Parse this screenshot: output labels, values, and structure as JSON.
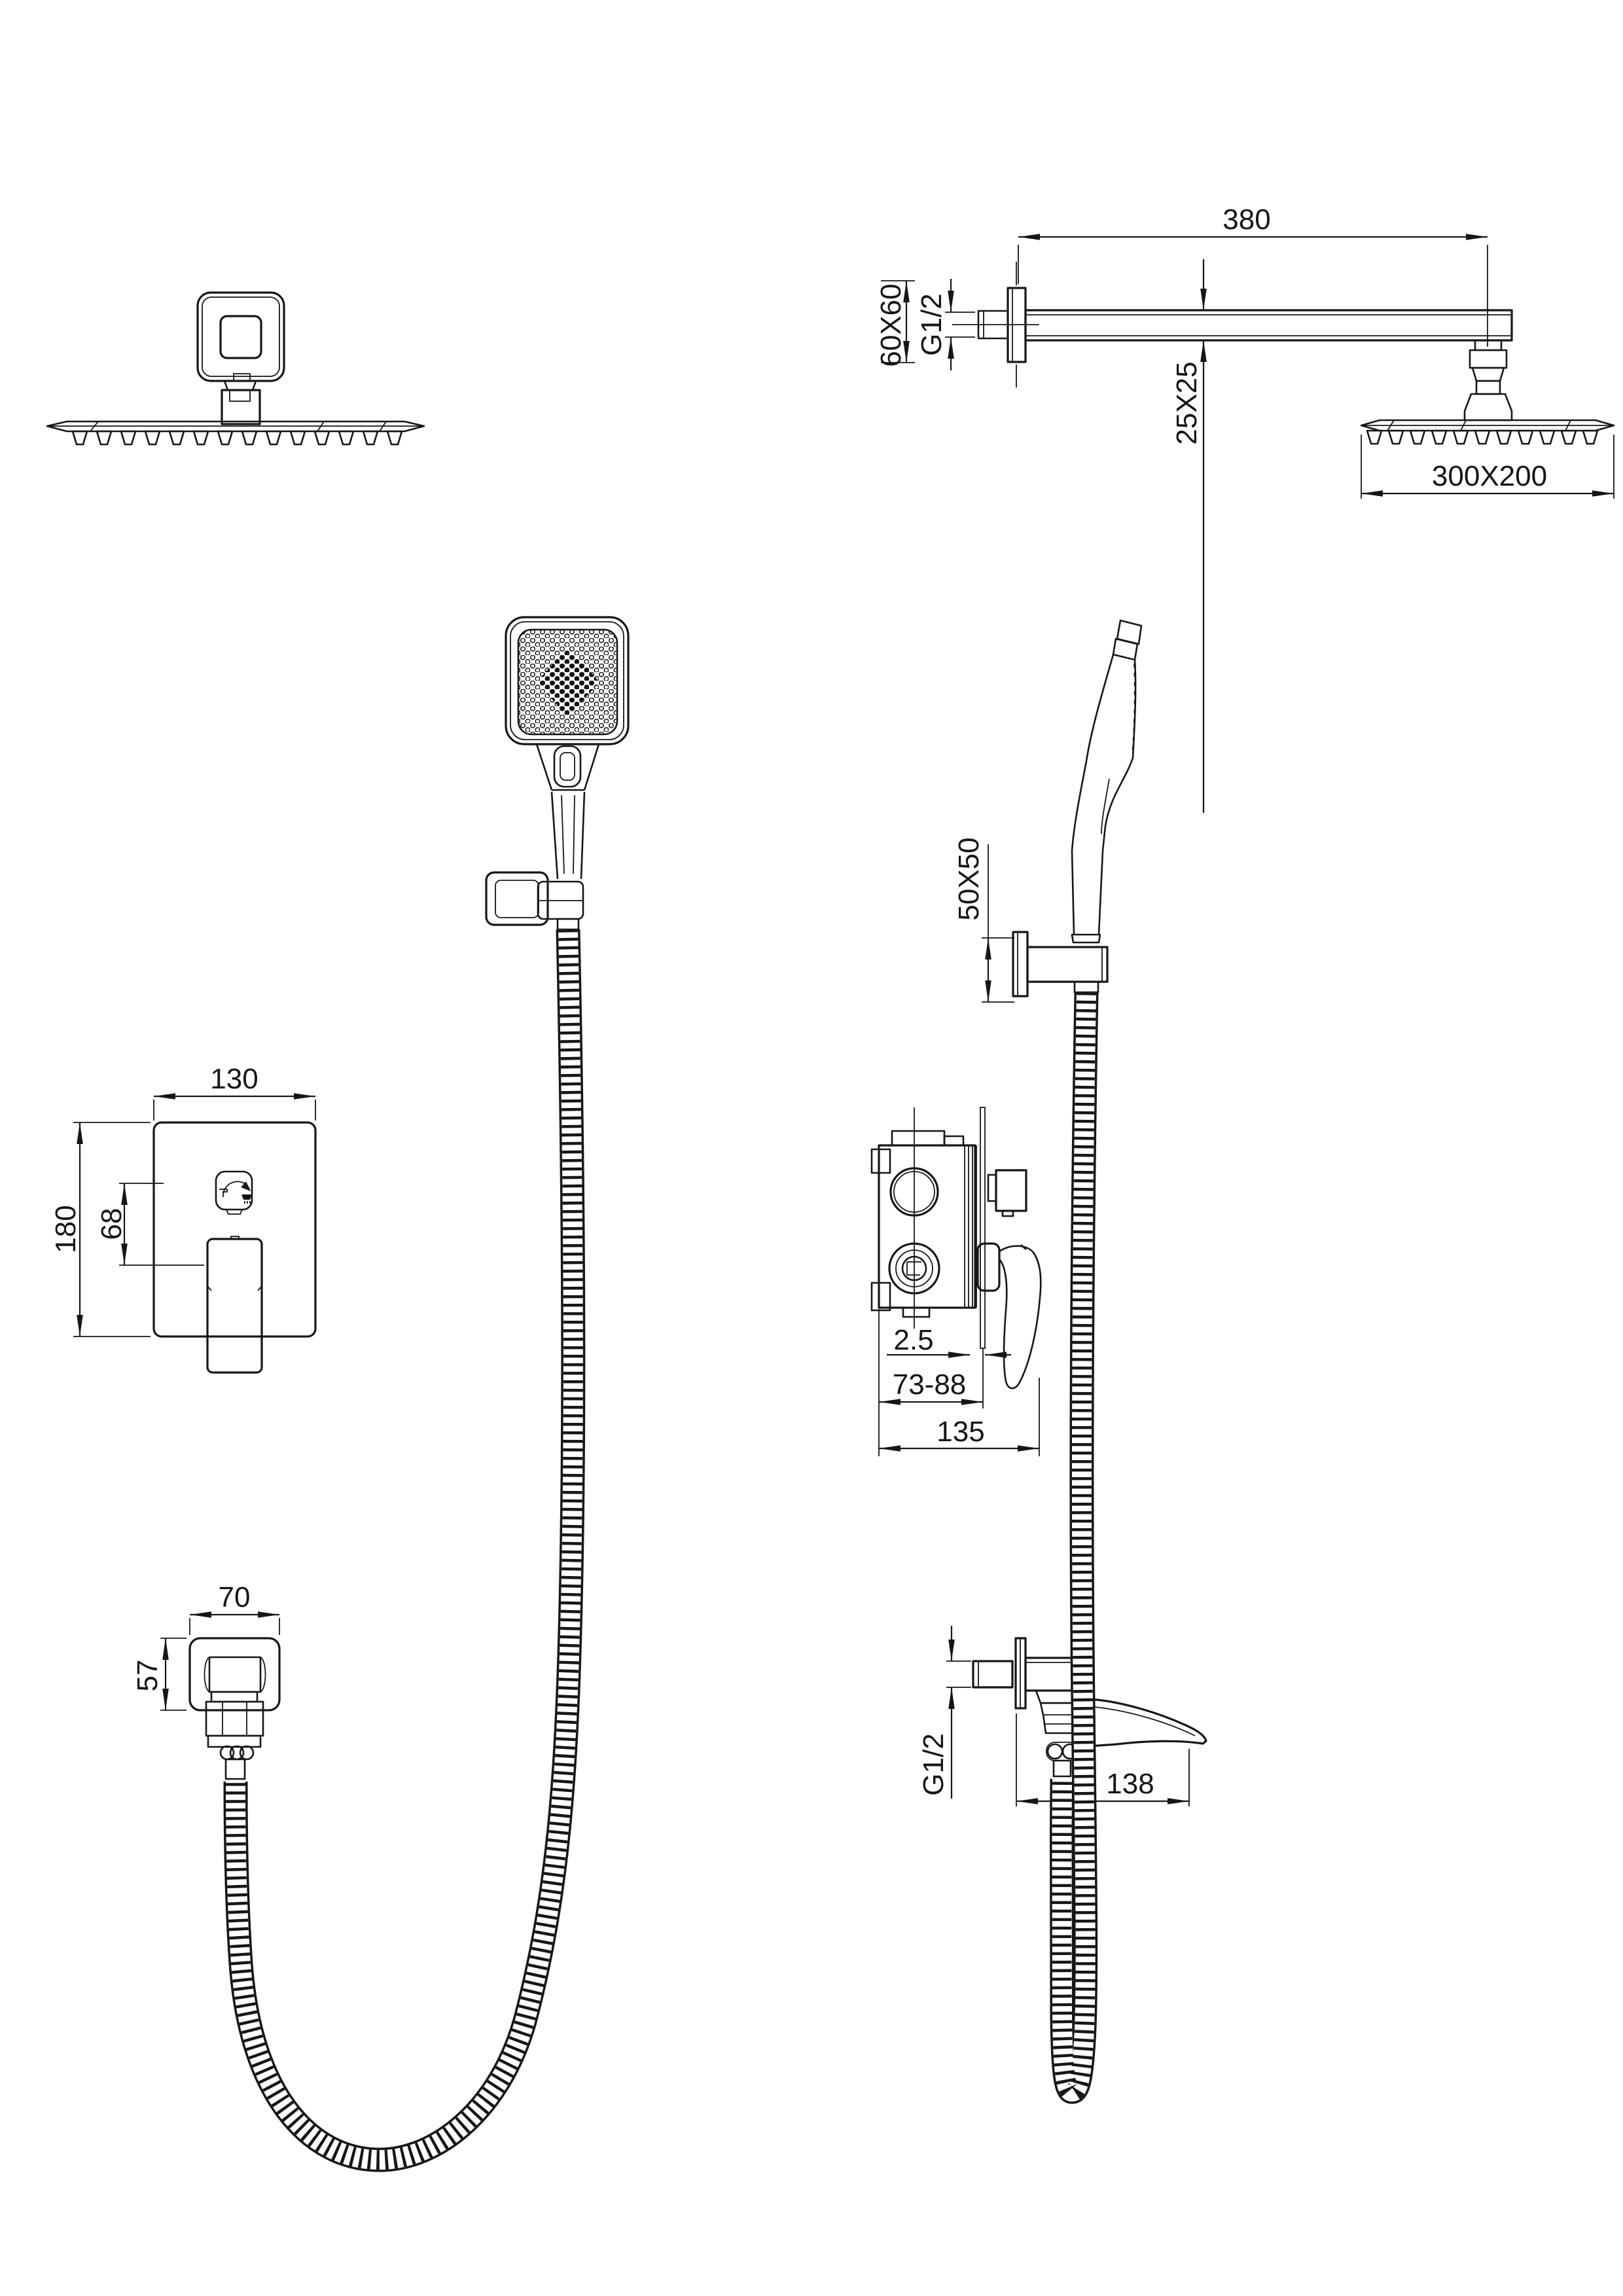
{
  "sheet": {
    "background": "#ffffff",
    "ink": "#161616"
  },
  "dims": {
    "arm_length": "380",
    "arm_flange": "60X60",
    "arm_thread": "G1/2",
    "arm_section": "25X25",
    "head_size": "300X200",
    "plate_width": "130",
    "plate_height": "180",
    "diverter_offset": "68",
    "holder_size": "50X50",
    "wall_gap": "2.5",
    "mount_depth_range": "73-88",
    "valve_total_depth": "135",
    "elbow_width": "70",
    "elbow_height": "57",
    "spout_thread": "G1/2",
    "spout_length": "138"
  }
}
